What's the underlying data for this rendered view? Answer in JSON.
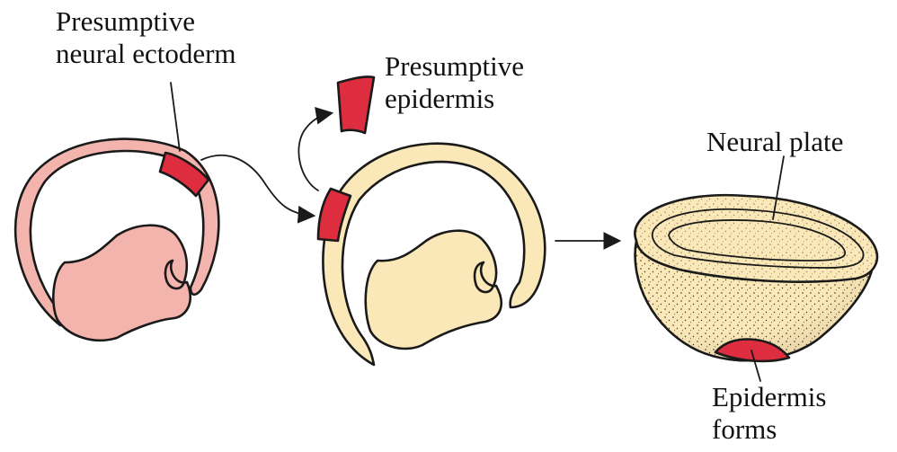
{
  "labels": {
    "presumptive_neural_ectoderm": [
      "Presumptive",
      "neural ectoderm"
    ],
    "presumptive_epidermis": [
      "Presumptive",
      "epidermis"
    ],
    "neural_plate": "Neural plate",
    "epidermis_forms": [
      "Epidermis",
      "forms"
    ]
  },
  "colors": {
    "donor_embryo": "#f2b4ad",
    "host_embryo": "#fbe8b8",
    "graft_tissue": "#dd2d3e",
    "outline": "#1a1a1a"
  }
}
